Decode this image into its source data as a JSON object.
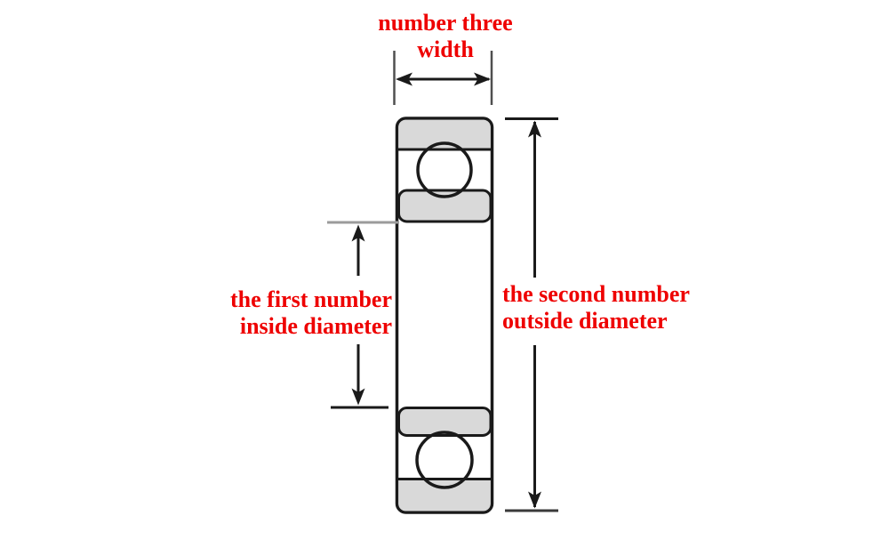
{
  "labels": {
    "width": {
      "line1": "number three",
      "line2": "width"
    },
    "inside_diameter": {
      "line1": "the first number",
      "line2": "inside diameter"
    },
    "outside_diameter": {
      "line1": "the second number",
      "line2": "outside diameter"
    }
  },
  "colors": {
    "label_text": "#ee0000",
    "line_black": "#1a1a1a",
    "race_fill": "#d9d9d9",
    "width_extension_tick": "#4f4f4f",
    "inside_diameter_top_tick": "#9b9b9b",
    "background": "#ffffff"
  }
}
